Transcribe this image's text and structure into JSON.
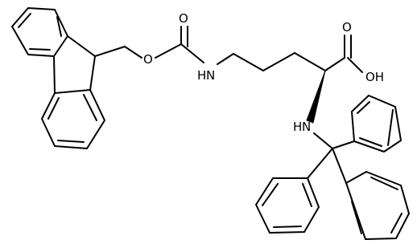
{
  "labels": {
    "ester_o": "O",
    "carbonyl_o_carbamate": "O",
    "carbamate_n": "N",
    "carbamate_h": "H",
    "acid_o": "O",
    "acid_oh": "OH",
    "alpha_n": "N",
    "alpha_h": "H"
  }
}
